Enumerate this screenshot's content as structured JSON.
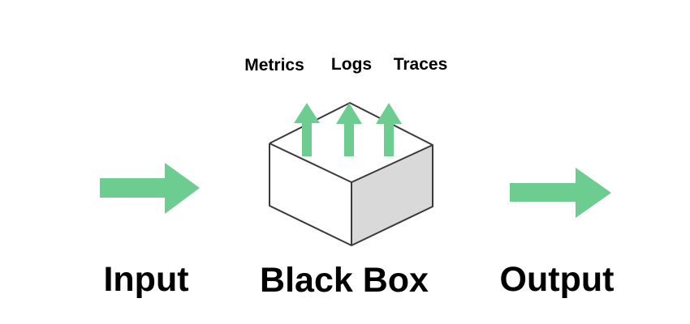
{
  "colors": {
    "arrow": "#6dcc8f",
    "box_outline": "#3a3a3a",
    "box_top": "#ffffff",
    "box_left": "#ffffff",
    "box_right": "#d9d9d9",
    "text": "#000000"
  },
  "labels": {
    "input": "Input",
    "black_box": "Black Box",
    "output": "Output"
  },
  "signals": {
    "metrics": "Metrics",
    "logs": "Logs",
    "traces": "Traces"
  }
}
